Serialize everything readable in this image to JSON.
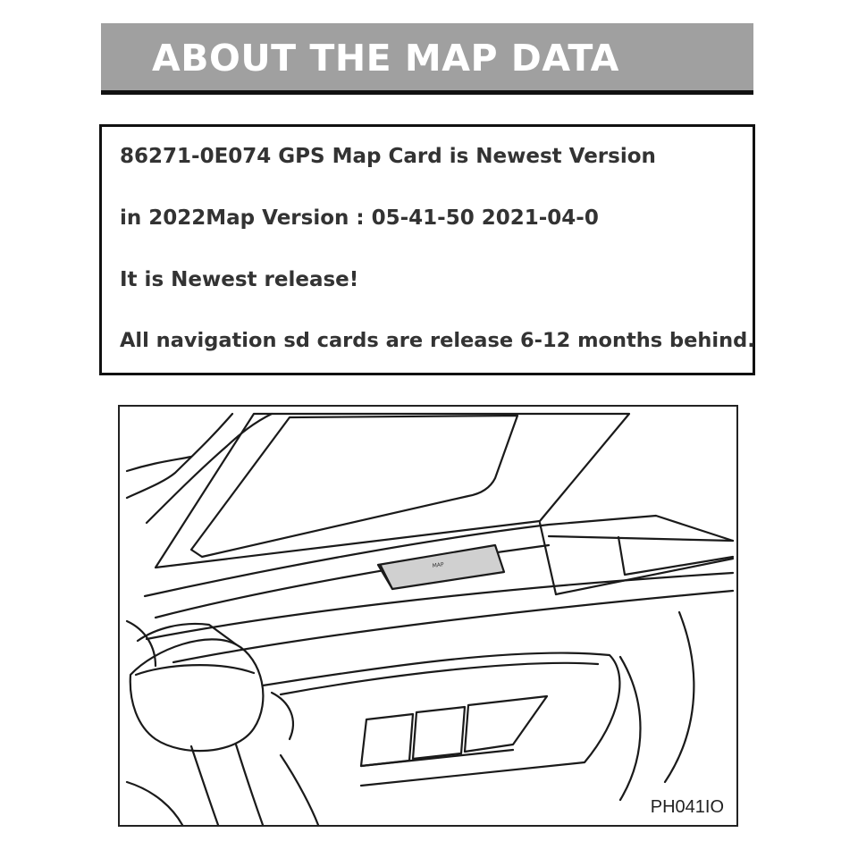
{
  "banner": {
    "title": "ABOUT THE MAP DATA"
  },
  "info": {
    "lines": [
      "86271-0E074 GPS Map Card is Newest Version",
      "in 2022Map Version : 05-41-50 2021-04-0",
      "It is Newest release!",
      "All navigation sd cards are release 6-12 months behind."
    ]
  },
  "figure": {
    "code": "PH041IO"
  }
}
